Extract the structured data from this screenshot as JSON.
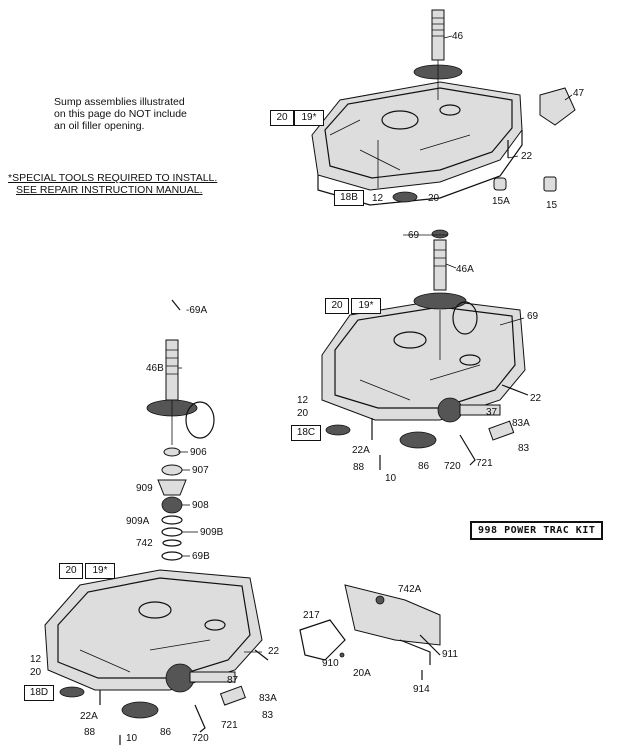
{
  "note": {
    "line1": "Sump assemblies illustrated",
    "line2": "on this page do NOT include",
    "line3": "an oil filler opening."
  },
  "special_tools": {
    "line1": "*SPECIAL TOOLS REQUIRED TO INSTALL.",
    "line2": "SEE REPAIR INSTRUCTION MANUAL."
  },
  "kit_label": "998 POWER TRAC KIT",
  "boxes": {
    "a1": "20",
    "a2": "19*",
    "a3": "18B",
    "a4": "12",
    "a5": "20",
    "b1": "20",
    "b2": "19*",
    "b3": "18C",
    "c1": "20",
    "c2": "19*",
    "c3": "18D"
  },
  "labels": {
    "p46": "46",
    "p47": "47",
    "p22a": "22",
    "p15a": "15A",
    "p15": "15",
    "p69": "69",
    "p46a": "46A",
    "p69r": "69",
    "p22b": "22",
    "p37": "37",
    "p83a": "83A",
    "p83": "83",
    "p721": "721",
    "p720": "720",
    "p86": "86",
    "p10": "10",
    "p88": "88",
    "p22ab": "22A",
    "p12b": "12",
    "p20b": "20",
    "p69a": "-69A",
    "p46b": "46B",
    "p906": "906",
    "p907": "907",
    "p909": "909",
    "p908": "908",
    "p909a": "909A",
    "p909b": "909B",
    "p742": "742",
    "p69b": "69B",
    "p22c": "22",
    "p12c": "12",
    "p20c": "20",
    "p87": "87",
    "p83ac": "83A",
    "p83c": "83",
    "p721c": "721",
    "p720c": "720",
    "p86c": "86",
    "p10c": "10",
    "p88c": "88",
    "p22ac": "22A",
    "p742a": "742A",
    "p217": "217",
    "p910": "910",
    "p20a": "20A",
    "p911": "911",
    "p914": "914"
  }
}
